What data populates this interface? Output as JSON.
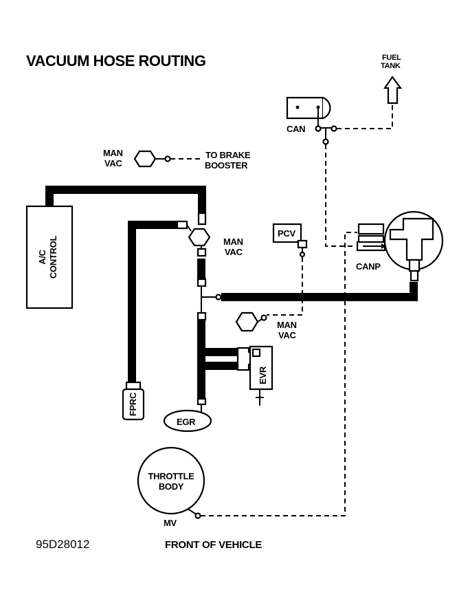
{
  "title": "VACUUM HOSE ROUTING",
  "figure_code": "95D28012",
  "footer": "FRONT OF VEHICLE",
  "labels": {
    "fuel_tank_1": "FUEL",
    "fuel_tank_2": "TANK",
    "can": "CAN",
    "man_vac_1a": "MAN",
    "man_vac_1b": "VAC",
    "to_brake_1": "TO BRAKE",
    "to_brake_2": "BOOSTER",
    "ac_control_1": "A/C",
    "ac_control_2": "CONTROL",
    "pcv": "PCV",
    "man_vac_2a": "MAN",
    "man_vac_2b": "VAC",
    "canp": "CANP",
    "man_vac_3a": "MAN",
    "man_vac_3b": "VAC",
    "evr": "EVR",
    "fprc": "FPRC",
    "egr": "EGR",
    "throttle_1": "THROTTLE",
    "throttle_2": "BODY",
    "mv": "MV"
  }
}
